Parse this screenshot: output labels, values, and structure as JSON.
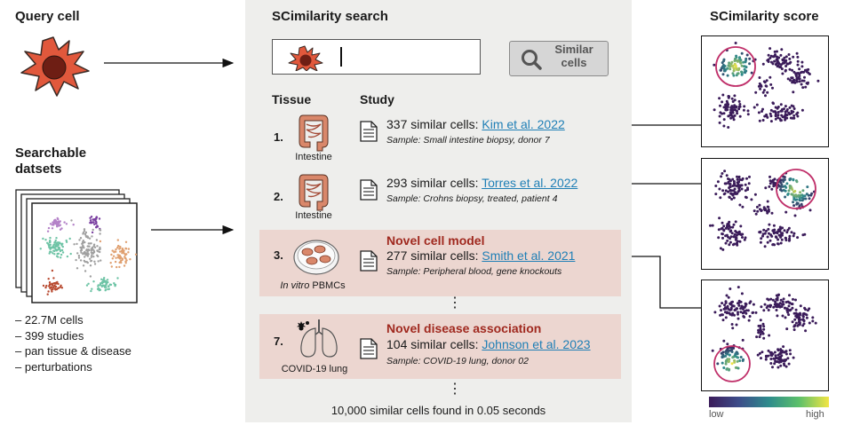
{
  "left": {
    "query_title": "Query cell",
    "datasets_title": "Searchable\ndatsets",
    "bullets": [
      "– 22.7M cells",
      "– 399 studies",
      "– pan tissue & disease",
      "– perturbations"
    ]
  },
  "search": {
    "title": "SCimilarity search",
    "button_label": "Similar\ncells",
    "col_tissue": "Tissue",
    "col_study": "Study",
    "results": [
      {
        "num": "1.",
        "tissue": "Intestine",
        "count_text": "337 similar cells: ",
        "link": "Kim et al. 2022",
        "sample": "Sample: Small intestine biopsy, donor 7"
      },
      {
        "num": "2.",
        "tissue": "Intestine",
        "count_text": "293 similar cells: ",
        "link": "Torres et al. 2022",
        "sample": "Sample: Crohns biopsy, treated, patient 4"
      },
      {
        "num": "3.",
        "tissue_italic": "In vitro",
        "tissue": " PBMCs",
        "novel": "Novel cell model",
        "count_text": "277 similar cells: ",
        "link": "Smith et al. 2021",
        "sample": "Sample: Peripheral blood, gene knockouts"
      },
      {
        "num": "7.",
        "tissue": "COVID-19 lung",
        "novel": "Novel disease association",
        "count_text": "104 similar cells: ",
        "link": "Johnson et al. 2023",
        "sample": "Sample: COVID-19 lung, donor 02"
      }
    ],
    "ellipsis": "⋮",
    "footer": "10,000 similar cells found in 0.05 seconds"
  },
  "score": {
    "title": "SCimilarity score",
    "low": "low",
    "high": "high",
    "colors": {
      "low": "#3b1c5a",
      "mid": "#2e8c8c",
      "high": "#f2e544",
      "circle": "#c0306a"
    }
  },
  "colors": {
    "panel": "#eeeeec",
    "highlight": "#ecd6d0",
    "link": "#1f7fb6",
    "novel": "#a0291f"
  }
}
